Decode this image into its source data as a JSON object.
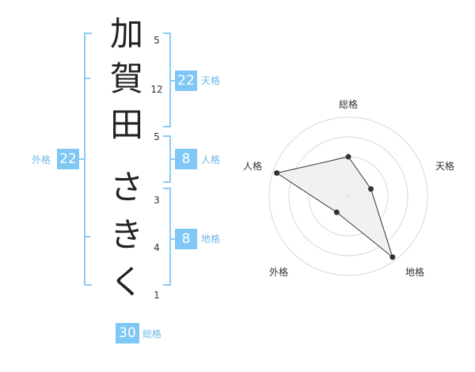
{
  "name_chars": [
    {
      "char": "加",
      "strokes": "5"
    },
    {
      "char": "賀",
      "strokes": "12"
    },
    {
      "char": "田",
      "strokes": "5"
    },
    {
      "char": "さ",
      "strokes": "3"
    },
    {
      "char": "き",
      "strokes": "4"
    },
    {
      "char": "く",
      "strokes": "1"
    }
  ],
  "tenkaku": {
    "value": "22",
    "label": "天格"
  },
  "jinkaku": {
    "value": "8",
    "label": "人格"
  },
  "chikaku": {
    "value": "8",
    "label": "地格"
  },
  "gaikaku": {
    "value": "22",
    "label": "外格"
  },
  "soukaku": {
    "value": "30",
    "label": "総格"
  },
  "chart_data": {
    "type": "radar",
    "axes": [
      "総格",
      "天格",
      "地格",
      "外格",
      "人格"
    ],
    "values": [
      0.5,
      0.3,
      0.95,
      0.25,
      0.95
    ],
    "rings": 4,
    "fill_color": "#efefef",
    "line_color": "#333333"
  }
}
